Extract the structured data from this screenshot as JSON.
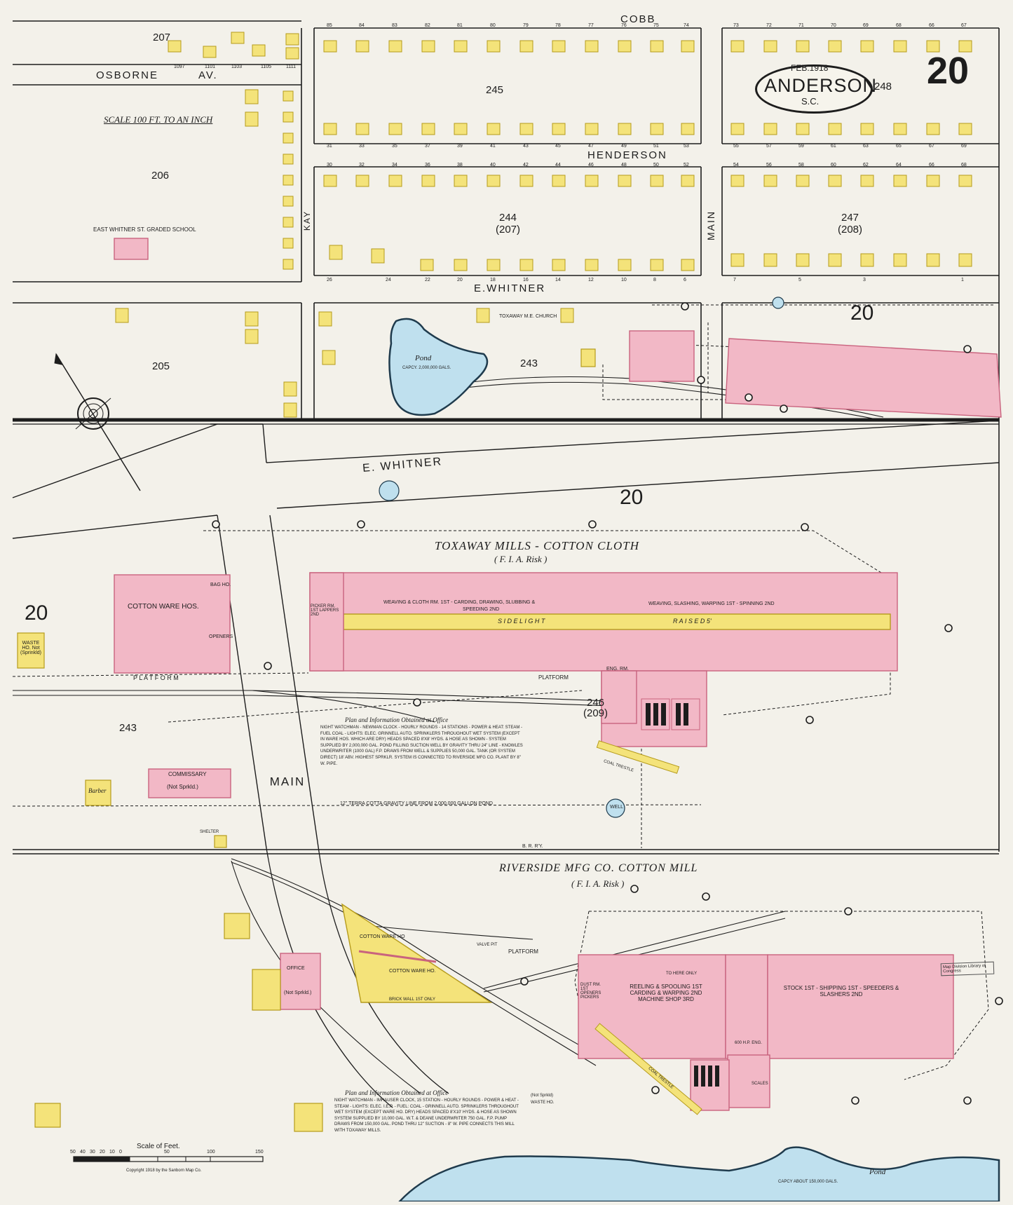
{
  "sheet": {
    "number": "20",
    "date": "FEB.1918",
    "city": "ANDERSON",
    "state": "S.C."
  },
  "scale_top": "SCALE 100 FT. TO AN INCH",
  "scale_bottom": {
    "title": "Scale of Feet.",
    "ticks": [
      "50",
      "40",
      "30",
      "20",
      "10",
      "0",
      "50",
      "100",
      "150"
    ]
  },
  "copyright": "Copyright 1918 by the Sanborn Map Co.",
  "streets": {
    "cobb": "COBB",
    "osborne": "OSBORNE",
    "osborne_av": "AV.",
    "henderson": "HENDERSON",
    "e_whitner_top": "E.WHITNER",
    "e_whitner_mid": "E. WHITNER",
    "kay": "KAY",
    "main_top": "MAIN",
    "main_mid": "MAIN"
  },
  "blocks": {
    "b207": "207",
    "b206": "206",
    "b205": "205",
    "b245": "245",
    "b248": "248",
    "b244": "244",
    "b244_sub": "(207)",
    "b247": "247",
    "b247_sub": "(208)",
    "b243_top": "243",
    "b20_top": "20",
    "b20_mid": "20",
    "b20_left": "20",
    "b243_mid": "243",
    "b246": "246",
    "b246_sub": "(209)"
  },
  "labels": {
    "school": "EAST WHITNER ST. GRADED SCHOOL",
    "church": "TOXAWAY M.E. CHURCH",
    "pond_top": "Pond",
    "pond_top_cap": "CAPCY. 2,000,000 GALS.",
    "pond_bottom": "Pond",
    "pond_bottom_cap": "CAPCY ABOUT 150,000 GALS.",
    "toxaway_title": "TOXAWAY  MILLS - COTTON  CLOTH",
    "toxaway_risk": "( F. I. A.   Risk )",
    "weaving_left": "WEAVING & CLOTH RM. 1ST - CARDING, DRAWING, SLUBBING &",
    "weaving_left2": "SPEEDING 2ND",
    "weaving_right": "WEAVING, SLASHING, WARPING 1ST - SPINNING 2ND",
    "side_light": "S I D E     L I G H T",
    "raised": "R A I S E D    5'",
    "picker": "PICKER RM. 1ST LAPPERS 2ND",
    "cotton_ware": "COTTON WARE HOS.",
    "bag_ho": "BAG HO.",
    "openers": "OPENERS",
    "platform1": "P L A T F O R M",
    "platform2": "PLATFORM",
    "platform3": "PLATFORM",
    "waste_ho": "WASTE HO. Not (Sprinkld)",
    "eng_rm": "ENG. RM.",
    "commissary": "COMMISSARY",
    "not_sprkld": "(Not Sprkld.)",
    "barber": "Barber",
    "well": "WELL",
    "coal_trestle_top": "COAL TRESTLE",
    "coal_trestle_bottom": "COAL TRESTLE",
    "plan_top": "Plan and Information Obtained at Office",
    "plan_bottom": "Plan and Information Obtained at Office",
    "gravity_line": "12\" TERRA COTTA GRAVITY LINE FROM 2,000,000 GALLON POND",
    "rr": "B.  R.  R'Y.",
    "riverside_title": "RIVERSIDE  MFG CO.  COTTON MILL",
    "riverside_risk": "( F. I. A.  Risk )",
    "reeling": "REELING & SPOOLING 1ST CARDING & WARPING 2ND MACHINE SHOP 3RD",
    "stock": "STOCK 1ST - SHIPPING 1ST - SPEEDERS & SLASHERS 2ND",
    "cotton_ware_ho": "COTTON WARE HO",
    "cotton_ware_ho2": "COTTON WARE HO.",
    "brick_wall": "BRICK WALL 1ST ONLY",
    "office": "OFFICE",
    "not_sprkld2": "(Not Sprkld.)",
    "dust_rm": "DUST RM. 1ST OPENERS PICKERS",
    "shelter": "SHELTER",
    "scales": "SCALES",
    "valve_pit": "VALVE PIT",
    "waste_ho2": "WASTE HO.",
    "not_sprkld3": "(Not Sprkld)",
    "to_here": "TO HERE ONLY",
    "eng_600": "600 H.P. ENG.",
    "stamp": "Map Division Library of Congress"
  },
  "notes": {
    "toxaway": "NIGHT WATCHMAN - NEWMAN CLOCK - HOURLY ROUNDS - 14 STATIONS - POWER & HEAT: STEAM - FUEL COAL - LIGHTS: ELEC. GRINNELL AUTO. SPRINKLERS THROUGHOUT WET SYSTEM (EXCEPT IN WARE HOS. WHICH ARE DRY) HEADS SPACED 8'X8' HYDS. & HOSE AS SHOWN - SYSTEM SUPPLIED BY 2,000,000 GAL. POND FILLING SUCTION WELL BY GRAVITY THRU 24\" LINE - KNOWLES UNDERWRITER (1000 GAL) F.P. DRAWS FROM WELL & SUPPLIES 50,000 GAL. TANK (OR SYSTEM DIRECT) 18' ABV. HIGHEST SPRKLR. SYSTEM IS CONNECTED TO RIVERSIDE MFG CO. PLANT BY 8\" W. PIPE.",
    "riverside": "NIGHT WATCHMAN - IMHAUSER CLOCK, 15 STATION - HOURLY ROUNDS - POWER & HEAT - STEAM - LIGHTS: ELEC. I.E.P. - FUEL: COAL - GRINNELL AUTO. SPRINKLERS THROUGHOUT WET SYSTEM (EXCEPT WARE HO. DRY) HEADS SPACED 8'X10' HYDS. & HOSE AS SHOWN SYSTEM SUPPLIED BY 10,000 GAL. W.T. & DEANE UNDERWRITER 750 GAL. F.P. PUMP DRAWS FROM 150,000 GAL. POND THRU 12\" SUCTION - 8\" W. PIPE CONNECTS THIS MILL WITH TOXAWAY MILLS."
  },
  "addresses": {
    "cobb_north": [
      "85",
      "84",
      "83",
      "82",
      "81",
      "80",
      "79",
      "78",
      "77",
      "76",
      "75",
      "74",
      "73",
      "72",
      "71",
      "70",
      "69",
      "68",
      "66",
      "67"
    ],
    "cobb_south": [
      "31",
      "33",
      "35",
      "37",
      "39",
      "41",
      "43",
      "45",
      "47",
      "49",
      "51",
      "53",
      "55",
      "57",
      "59",
      "61",
      "63",
      "65",
      "67",
      "69"
    ],
    "henderson_south": [
      "30",
      "32",
      "34",
      "36",
      "38",
      "40",
      "42",
      "44",
      "46",
      "48",
      "50",
      "52",
      "54",
      "56",
      "58",
      "60",
      "62",
      "64",
      "66",
      "68"
    ],
    "whitner_north": [
      "26",
      "24",
      "22",
      "20",
      "18",
      "16",
      "14",
      "12",
      "10",
      "8",
      "6",
      "7",
      "5",
      "3",
      "1"
    ],
    "osborne": [
      "1097",
      "1101",
      "1103",
      "1105",
      "1111"
    ]
  },
  "colors": {
    "brick": "#f2b8c6",
    "brick_edge": "#c9637e",
    "frame": "#f4e37a",
    "frame_edge": "#b59b1c",
    "water": "#bfe0ee",
    "water_edge": "#1f3b4d",
    "paper": "#f3f1ea",
    "ink": "#1d1d1d"
  }
}
